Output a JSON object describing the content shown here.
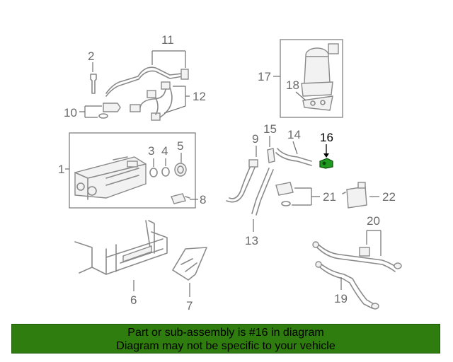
{
  "labels": {
    "p1": "1",
    "p2": "2",
    "p3": "3",
    "p4": "4",
    "p5": "5",
    "p6": "6",
    "p7": "7",
    "p8": "8",
    "p9": "9",
    "p10": "10",
    "p11": "11",
    "p12": "12",
    "p13": "13",
    "p14": "14",
    "p15": "15",
    "p16": "16",
    "p17": "17",
    "p18": "18",
    "p19": "19",
    "p20": "20",
    "p21": "21",
    "p22": "22"
  },
  "highlight_part": "16",
  "colors": {
    "highlight": "#1f9a1f",
    "footer_bg": "#2f7d0e",
    "line": "#8a8a8a"
  },
  "footer": {
    "line1": "Part or sub-assembly is #16 in diagram",
    "line2": "Diagram may not be specific to your vehicle"
  }
}
